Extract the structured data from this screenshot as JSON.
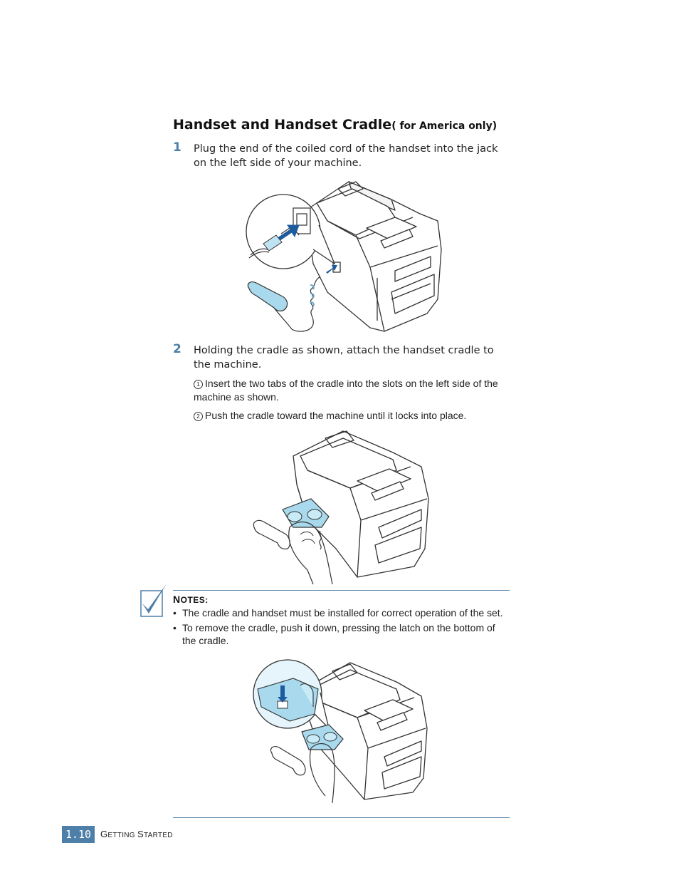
{
  "section": {
    "title": "Handset and Handset Cradle",
    "title_suffix": "( for America only)"
  },
  "steps": [
    {
      "number": "1",
      "text": "Plug the end of the coiled cord of the handset into the jack on the left side of your machine."
    },
    {
      "number": "2",
      "text": "Holding the cradle as shown, attach the handset cradle to the machine.",
      "subitems": [
        {
          "marker": "1",
          "text": "Insert the two tabs of the cradle into the slots on the left side of the machine as shown."
        },
        {
          "marker": "2",
          "text": "Push the cradle toward the machine until it locks into place."
        }
      ]
    }
  ],
  "notes": {
    "title_initial": "N",
    "title_rest": "OTES",
    "title_colon": ":",
    "icon": "checkmark-note-icon",
    "items": [
      "The cradle and handset must be installed for correct operation of the set.",
      "To remove the cradle, push it down, pressing the latch on the bottom of the cradle."
    ]
  },
  "footer": {
    "page_number": "1.10",
    "section_g": "G",
    "section_g_rest": "ETTING ",
    "section_s": "S",
    "section_s_rest": "TARTED"
  },
  "figures": [
    {
      "name": "figure-plug-handset-cord"
    },
    {
      "name": "figure-attach-cradle"
    },
    {
      "name": "figure-remove-cradle"
    }
  ],
  "colors": {
    "accent": "#4d7fa8",
    "illustration_highlight": "#a9d9ec",
    "line": "#333333"
  }
}
